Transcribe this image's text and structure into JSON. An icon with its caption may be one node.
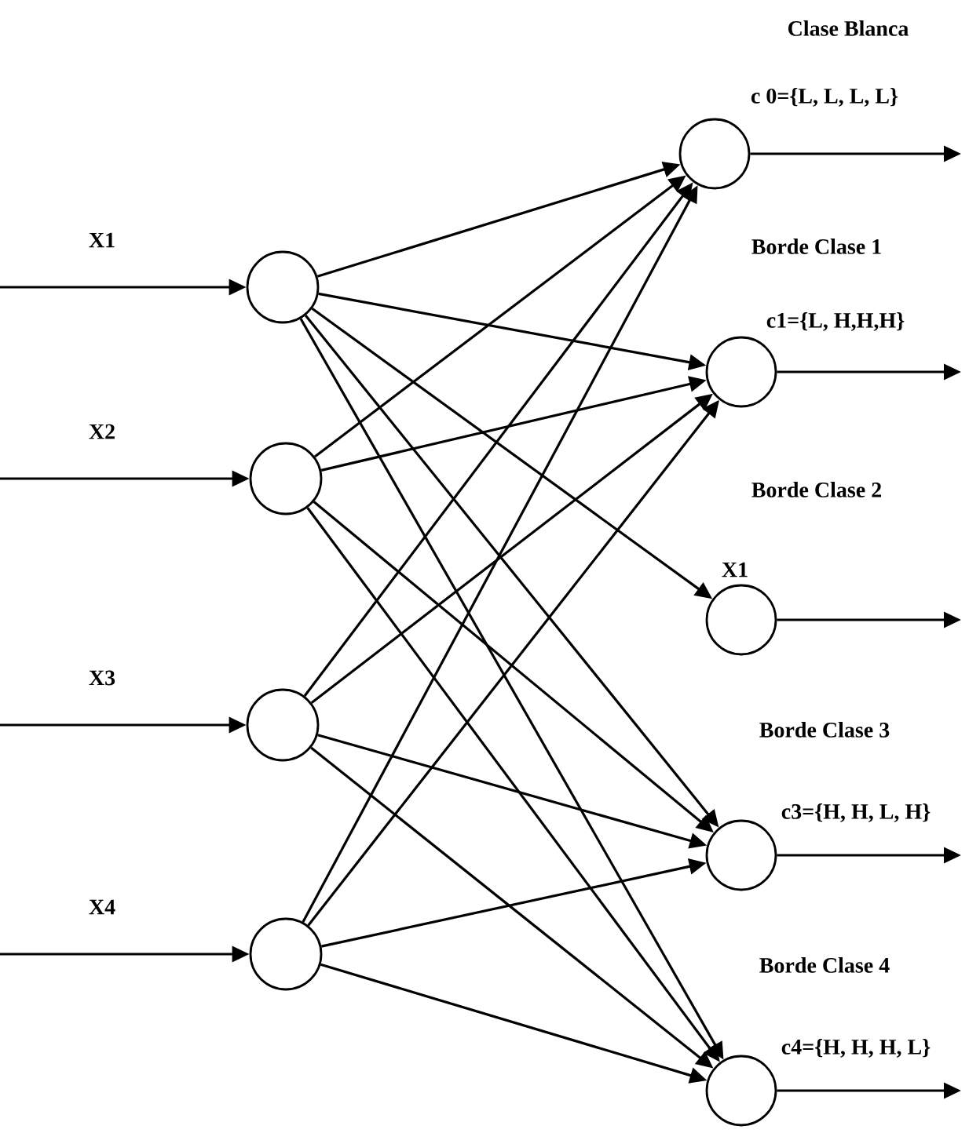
{
  "diagram": {
    "nodes": [
      {
        "text": [],
        "shape": "circle"
      },
      {
        "text": [],
        "shape": "circle"
      },
      {
        "text": [],
        "shape": "circle"
      },
      {
        "text": [],
        "shape": "circle"
      },
      {
        "text": [],
        "shape": "circle",
        "beside": [
          "Clase Blanca",
          "c 0={L, L, L, L}"
        ]
      },
      {
        "text": [],
        "shape": "circle",
        "beside": [
          "Borde Clase 1",
          "c1={L, H,H,H}"
        ]
      },
      {
        "text": [],
        "shape": "circle",
        "beside": [
          "Borde Clase 2",
          "X1"
        ]
      },
      {
        "text": [],
        "shape": "circle",
        "beside": [
          "Borde Clase 3",
          "c3={H, H, L, H}"
        ]
      },
      {
        "text": [],
        "shape": "circle",
        "beside": [
          "Borde Clase 4",
          "c4={H, H, H, L}"
        ]
      }
    ],
    "edges": [
      {
        "from": null,
        "to": 0,
        "arrow": "to",
        "label": "X1"
      },
      {
        "from": null,
        "to": 1,
        "arrow": "to",
        "label": "X2"
      },
      {
        "from": null,
        "to": 2,
        "arrow": "to",
        "label": "X3"
      },
      {
        "from": null,
        "to": 3,
        "arrow": "to",
        "label": "X4"
      },
      {
        "from": 0,
        "to": 4,
        "arrow": "to"
      },
      {
        "from": 0,
        "to": 5,
        "arrow": "to"
      },
      {
        "from": 0,
        "to": 6,
        "arrow": "to"
      },
      {
        "from": 0,
        "to": 7,
        "arrow": "to"
      },
      {
        "from": 0,
        "to": 8,
        "arrow": "to"
      },
      {
        "from": 1,
        "to": 4,
        "arrow": "to"
      },
      {
        "from": 1,
        "to": 5,
        "arrow": "to"
      },
      {
        "from": 1,
        "to": 7,
        "arrow": "to"
      },
      {
        "from": 1,
        "to": 8,
        "arrow": "to"
      },
      {
        "from": 2,
        "to": 4,
        "arrow": "to"
      },
      {
        "from": 2,
        "to": 5,
        "arrow": "to"
      },
      {
        "from": 2,
        "to": 7,
        "arrow": "to"
      },
      {
        "from": 2,
        "to": 8,
        "arrow": "to"
      },
      {
        "from": 3,
        "to": 4,
        "arrow": "to"
      },
      {
        "from": 3,
        "to": 5,
        "arrow": "to"
      },
      {
        "from": 3,
        "to": 7,
        "arrow": "to"
      },
      {
        "from": 3,
        "to": 8,
        "arrow": "to"
      },
      {
        "from": 4,
        "to": null,
        "arrow": "to"
      },
      {
        "from": 5,
        "to": null,
        "arrow": "to"
      },
      {
        "from": 6,
        "to": null,
        "arrow": "to"
      },
      {
        "from": 7,
        "to": null,
        "arrow": "to"
      },
      {
        "from": 8,
        "to": null,
        "arrow": "to"
      }
    ]
  }
}
